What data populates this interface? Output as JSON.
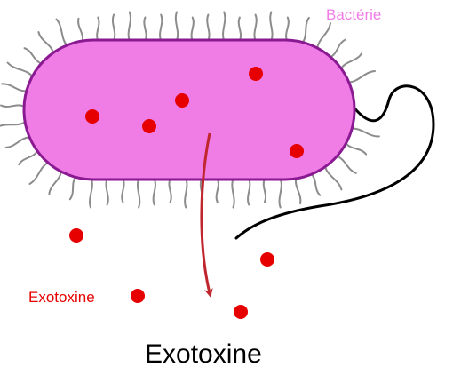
{
  "labels": {
    "bacteria": "Bactérie",
    "exotoxin_small": "Exotoxine",
    "caption": "Exotoxine"
  },
  "colors": {
    "cell_fill": "#f07ce6",
    "cell_stroke": "#8a1a92",
    "toxin": "#e60000",
    "arrow": "#c0262d",
    "pili": "#8c8c8c",
    "flagellum": "#000000"
  },
  "diagram": {
    "toxins_inside_count": 5,
    "toxins_outside_count": 4
  }
}
